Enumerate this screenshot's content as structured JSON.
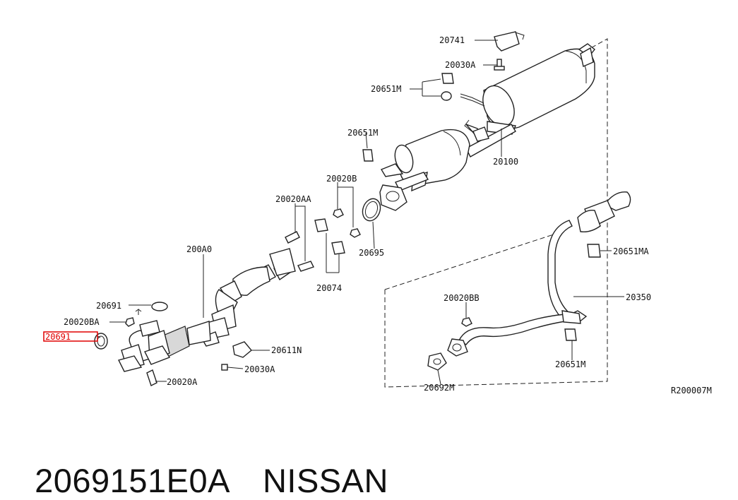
{
  "labels": {
    "p20741": "20741",
    "p20030A_top": "20030A",
    "p20651M_top": "20651M",
    "p20651M_mid": "20651M",
    "p20100": "20100",
    "p20020B": "20020B",
    "p20020AA": "20020AA",
    "p200A0": "200A0",
    "p20695": "20695",
    "p20074": "20074",
    "p20691_top": "20691",
    "p20020BA": "20020BA",
    "p20691_hl": "20691",
    "p20611N": "20611N",
    "p20030A_low": "20030A",
    "p20020A": "20020A",
    "p20020BB": "20020BB",
    "p20350": "20350",
    "p20651MA": "20651MA",
    "p20651M_low": "20651M",
    "p20692M": "20692M",
    "ref": "R200007M"
  },
  "footer": {
    "part_number": "2069151E0A",
    "manufacturer": "NISSAN"
  },
  "colors": {
    "highlight": "#e00000",
    "line": "#222222"
  }
}
